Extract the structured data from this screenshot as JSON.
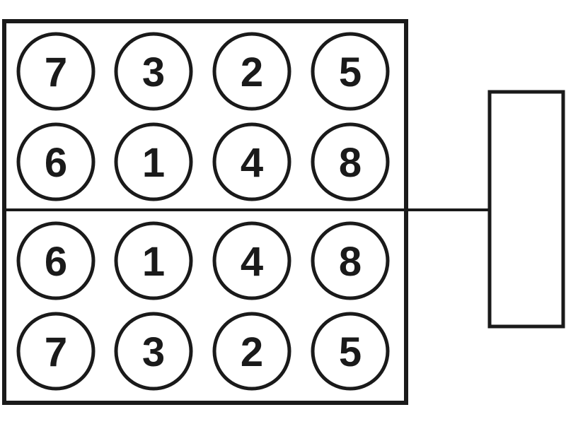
{
  "diagram": {
    "colors": {
      "line": "#1a1a1a",
      "background": "#ffffff"
    },
    "banks": [
      {
        "rows": [
          [
            "7",
            "3",
            "2",
            "5"
          ],
          [
            "6",
            "1",
            "4",
            "8"
          ]
        ]
      },
      {
        "rows": [
          [
            "6",
            "1",
            "4",
            "8"
          ],
          [
            "7",
            "3",
            "2",
            "5"
          ]
        ]
      }
    ]
  }
}
